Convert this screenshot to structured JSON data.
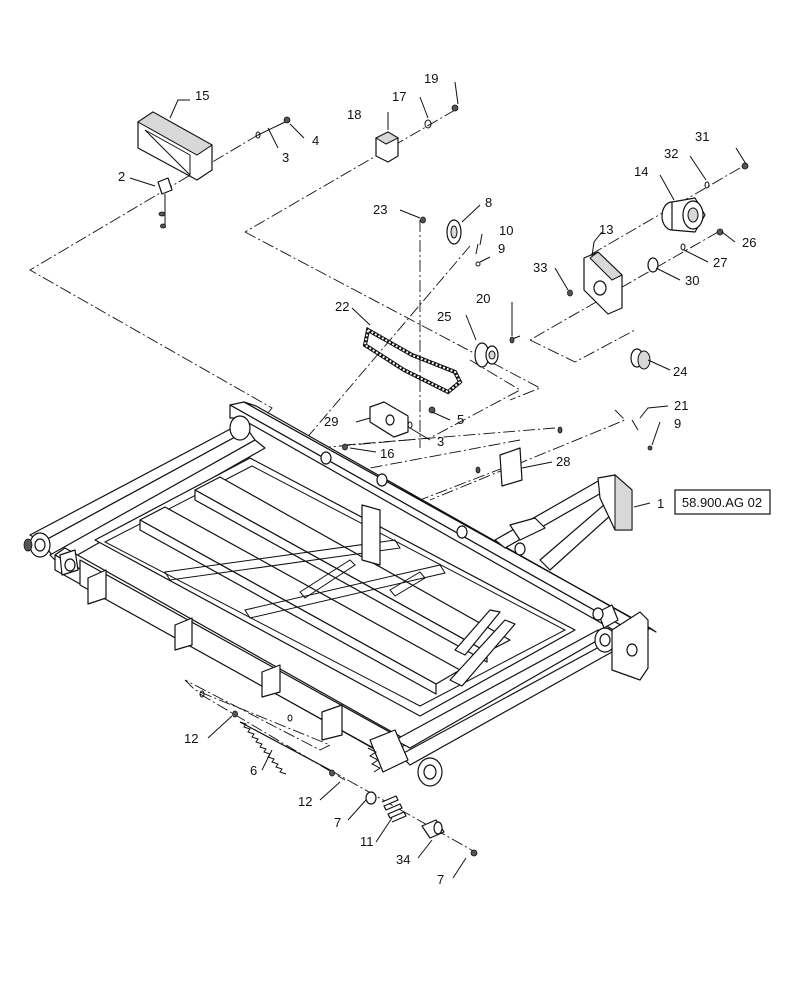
{
  "diagram": {
    "reference_box": "58.900.AG 02",
    "callouts": [
      {
        "id": "c1",
        "label": "1"
      },
      {
        "id": "c2",
        "label": "2"
      },
      {
        "id": "c3a",
        "label": "3"
      },
      {
        "id": "c3b",
        "label": "3"
      },
      {
        "id": "c4",
        "label": "4"
      },
      {
        "id": "c5",
        "label": "5"
      },
      {
        "id": "c6",
        "label": "6"
      },
      {
        "id": "c7a",
        "label": "7"
      },
      {
        "id": "c7b",
        "label": "7"
      },
      {
        "id": "c8",
        "label": "8"
      },
      {
        "id": "c9a",
        "label": "9"
      },
      {
        "id": "c9b",
        "label": "9"
      },
      {
        "id": "c10",
        "label": "10"
      },
      {
        "id": "c11",
        "label": "11"
      },
      {
        "id": "c12a",
        "label": "12"
      },
      {
        "id": "c12b",
        "label": "12"
      },
      {
        "id": "c13",
        "label": "13"
      },
      {
        "id": "c14",
        "label": "14"
      },
      {
        "id": "c15",
        "label": "15"
      },
      {
        "id": "c16",
        "label": "16"
      },
      {
        "id": "c17",
        "label": "17"
      },
      {
        "id": "c18",
        "label": "18"
      },
      {
        "id": "c19",
        "label": "19"
      },
      {
        "id": "c20",
        "label": "20"
      },
      {
        "id": "c21",
        "label": "21"
      },
      {
        "id": "c22",
        "label": "22"
      },
      {
        "id": "c23",
        "label": "23"
      },
      {
        "id": "c24",
        "label": "24"
      },
      {
        "id": "c25",
        "label": "25"
      },
      {
        "id": "c26",
        "label": "26"
      },
      {
        "id": "c27",
        "label": "27"
      },
      {
        "id": "c28",
        "label": "28"
      },
      {
        "id": "c29",
        "label": "29"
      },
      {
        "id": "c30",
        "label": "30"
      },
      {
        "id": "c31",
        "label": "31"
      },
      {
        "id": "c32",
        "label": "32"
      },
      {
        "id": "c33",
        "label": "33"
      },
      {
        "id": "c34",
        "label": "34"
      }
    ]
  }
}
